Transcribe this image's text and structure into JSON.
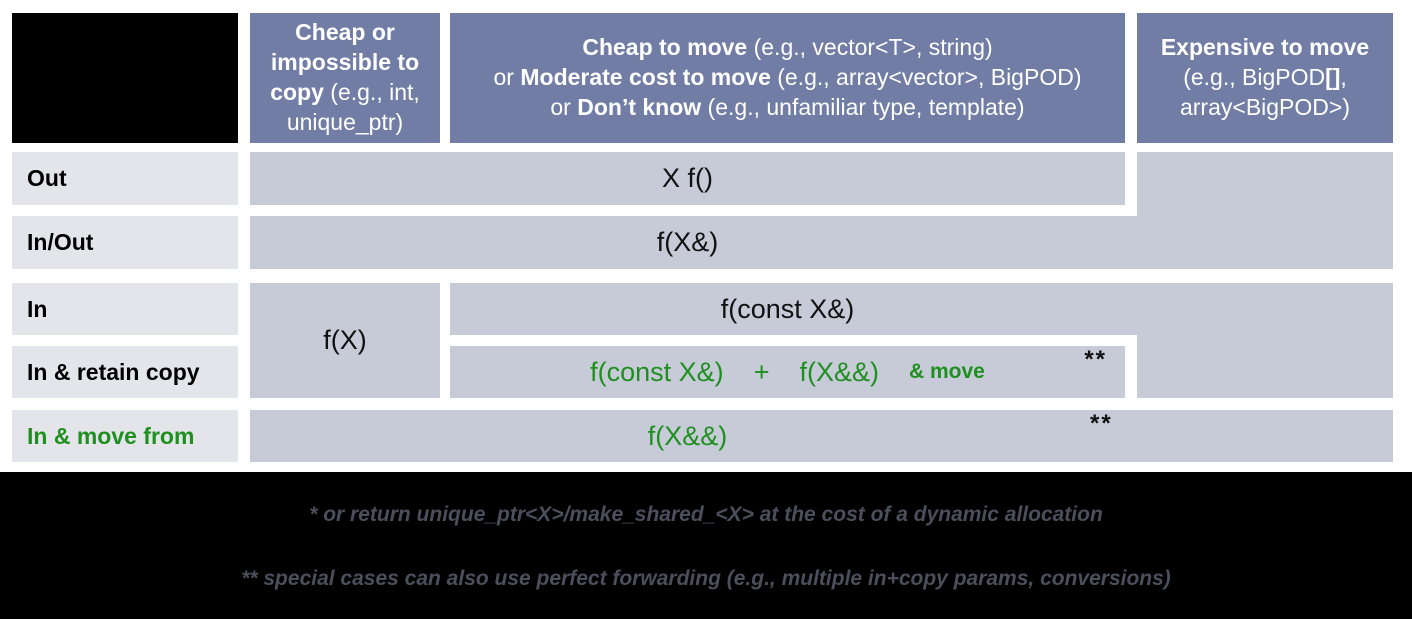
{
  "colors": {
    "header_bg": "#717da4",
    "cell_bg": "#c7cbd8",
    "row_label_bg": "#e3e5eb",
    "green_accent": "#1f8f1f",
    "note_text": "#4b4f5c",
    "footer_bg": "#000000"
  },
  "headers": {
    "h1": {
      "bold": "Cheap or impossible to copy",
      "rest": " (e.g., int, unique_ptr)"
    },
    "h2": {
      "l1_bold": "Cheap to move",
      "l1_rest": " (e.g., vector<T>, string)",
      "l2_pre": "or ",
      "l2_bold": "Moderate cost to move",
      "l2_rest": " (e.g., array<vector>, BigPOD)",
      "l3_pre": "or ",
      "l3_bold": "Don’t know",
      "l3_rest": " (e.g., unfamiliar type, template)"
    },
    "h3": {
      "l1_bold": "Expensive to move",
      "l2_pre": "(e.g., BigPOD",
      "l2_bold": "[]",
      "l2_post": ",",
      "l3": "array<BigPOD>)"
    }
  },
  "rows": {
    "out": "Out",
    "inout": "In/Out",
    "in": "In",
    "retain": "In & retain copy",
    "movefrom": "In & move from"
  },
  "cells": {
    "out": "X f()",
    "inout": "f(X&)",
    "in_cheap": "f(X)",
    "in": "f(const X&)",
    "retain_a": "f(const X&)",
    "retain_plus": "+",
    "retain_b": "f(X&&)",
    "retain_small": "& move",
    "retain_stars": "**",
    "movefrom": "f(X&&)",
    "movefrom_stars": "**"
  },
  "notes": {
    "n1": "* or return unique_ptr<X>/make_shared_<X> at the cost of a dynamic allocation",
    "n2": "** special cases can also use perfect forwarding (e.g., multiple in+copy params, conversions)"
  }
}
